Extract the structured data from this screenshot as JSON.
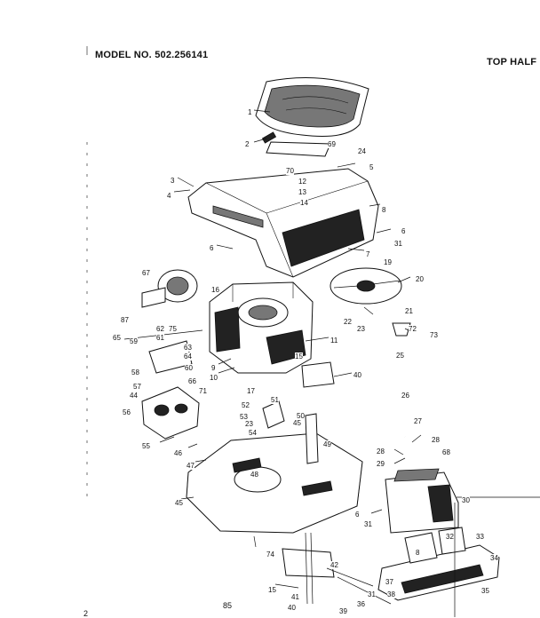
{
  "header": {
    "model_label": "MODEL NO. 502.256141",
    "section_label": "TOP HALF"
  },
  "page": {
    "page_number": "85",
    "corner_mark": "2"
  },
  "callouts": [
    "1",
    "2",
    "69",
    "24",
    "5",
    "70",
    "12",
    "13",
    "14",
    "3",
    "4",
    "8",
    "6",
    "31",
    "6",
    "7",
    "67",
    "16",
    "19",
    "20",
    "21",
    "22",
    "23",
    "72",
    "73",
    "87",
    "62",
    "75",
    "61",
    "63",
    "64",
    "65",
    "59",
    "60",
    "58",
    "66",
    "57",
    "44",
    "71",
    "56",
    "11",
    "15",
    "9",
    "10",
    "40",
    "25",
    "26",
    "17",
    "51",
    "52",
    "53",
    "23",
    "54",
    "50",
    "45",
    "49",
    "55",
    "46",
    "47",
    "48",
    "27",
    "28",
    "28",
    "68",
    "29",
    "30",
    "45",
    "6",
    "31",
    "32",
    "33",
    "34",
    "74",
    "8",
    "37",
    "38",
    "42",
    "15",
    "41",
    "40",
    "39",
    "36",
    "31",
    "35"
  ]
}
